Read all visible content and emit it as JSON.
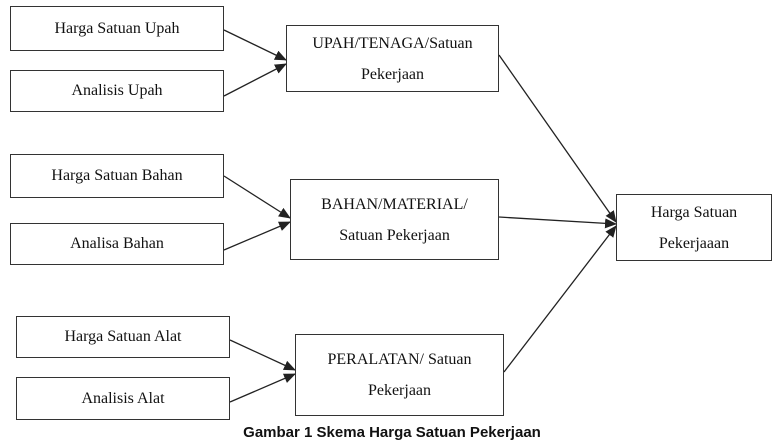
{
  "nodes": {
    "harga_satuan_upah": "Harga Satuan Upah",
    "analisis_upah": "Analisis Upah",
    "harga_satuan_bahan": "Harga Satuan Bahan",
    "analisa_bahan": "Analisa Bahan",
    "harga_satuan_alat": "Harga Satuan Alat",
    "analisis_alat": "Analisis Alat",
    "upah_line1": "UPAH/TENAGA/Satuan",
    "upah_line2": "Pekerjaan",
    "bahan_line1": "BAHAN/MATERIAL/",
    "bahan_line2": "Satuan Pekerjaan",
    "alat_line1": "PERALATAN/ Satuan",
    "alat_line2": "Pekerjaan",
    "result_line1": "Harga Satuan",
    "result_line2": "Pekerjaaan"
  },
  "caption": "Gambar 1 Skema Harga Satuan Pekerjaan"
}
